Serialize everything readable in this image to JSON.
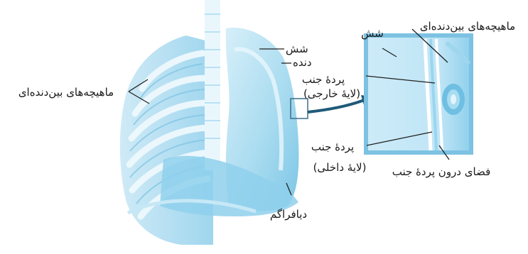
{
  "labels": {
    "lung_main": "شش",
    "rib": "دنده",
    "pleura_outer_line1": "پردهٔ جنب",
    "pleura_outer_line2": "(لایهٔ خارجی)",
    "intercostal_left": "ماهیچه‌های بین‌دنده‌ای",
    "intercostal_top": "ماهیچه‌های بین‌دنده‌ای",
    "lung_inset": "شش",
    "pleura_inner_line1": "پردهٔ جنب",
    "pleura_inner_line2": "(لایهٔ داخلی)",
    "pleural_space": "فضای درون پردهٔ جنب",
    "diaphragm": "دیافراگم"
  },
  "colors": {
    "tissue_light": "#dff2fb",
    "tissue_mid": "#a9dcf1",
    "tissue_dark": "#6fbfe2",
    "arrow": "#1f5a78",
    "line": "#222222"
  }
}
